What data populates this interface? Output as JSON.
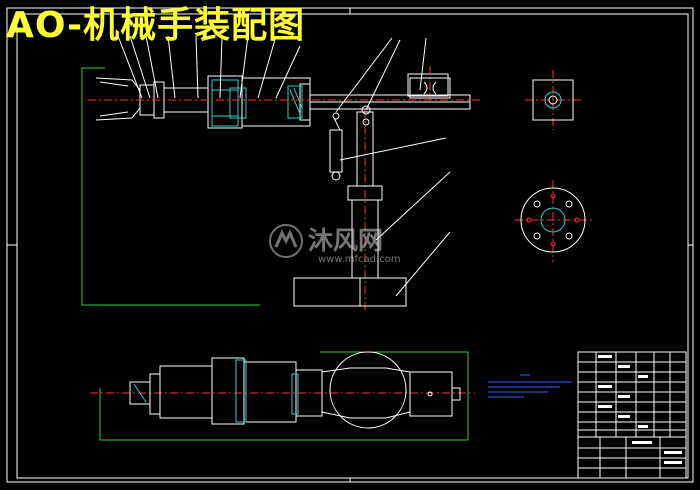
{
  "title": "AO-机械手装配图",
  "watermark": {
    "brand": "沐风网",
    "url": "www.mfcad.com"
  },
  "colors": {
    "background": "#000000",
    "title": "#ffff33",
    "outline": "#ffffff",
    "centerline": "#ff3333",
    "dimension": "#33cc33",
    "section": "#33cccc",
    "note_text": "#3366ff"
  },
  "icons": [
    "mfcad-logo"
  ]
}
